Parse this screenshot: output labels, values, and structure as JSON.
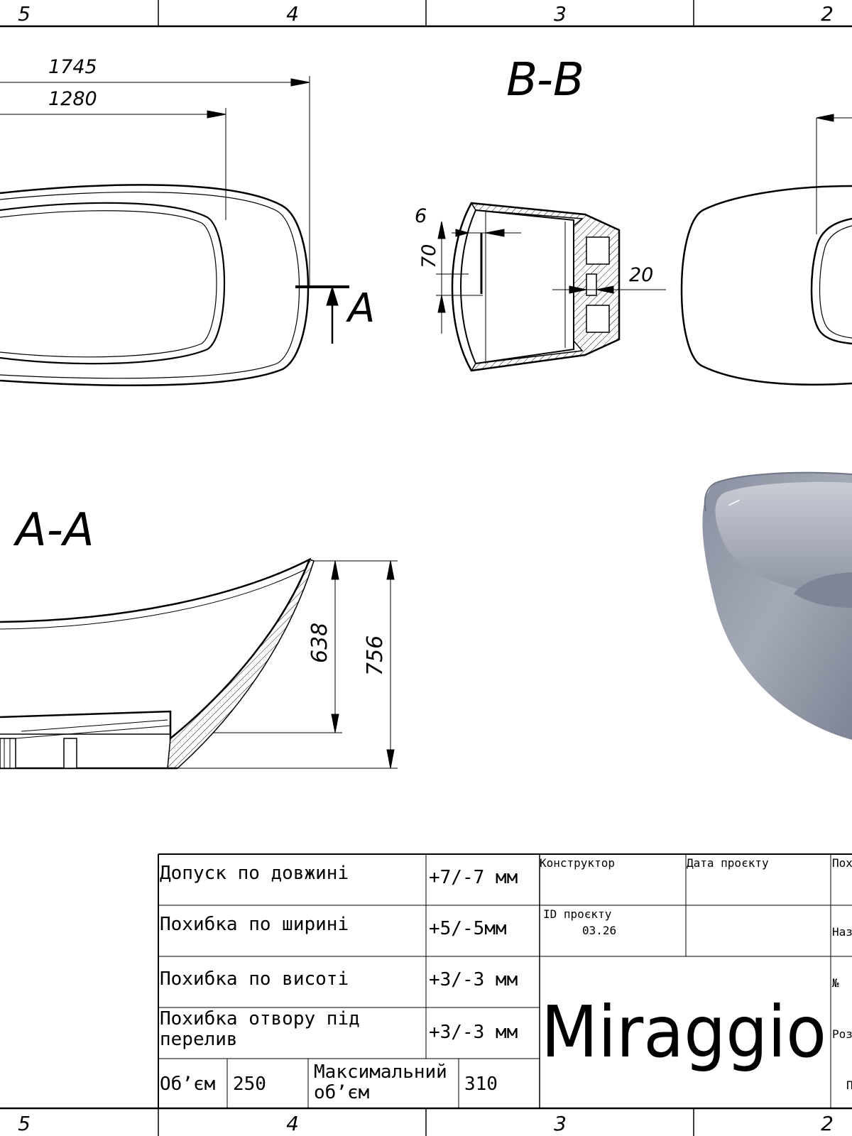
{
  "border": {
    "zones_top": [
      "5",
      "4",
      "3",
      "2"
    ],
    "zones_bottom": [
      "5",
      "4",
      "3",
      "2"
    ]
  },
  "plan_view": {
    "dim_length": "1745",
    "dim_inner_length": "1280",
    "section_mark": "A"
  },
  "section_bb": {
    "title": "B-B",
    "dim_wall": "6",
    "dim_depth": "70",
    "dim_drain": "20"
  },
  "section_aa": {
    "title": "A-A",
    "dim_inner_height": "638",
    "dim_outer_height": "756"
  },
  "render": {
    "tub_color": "#9aa0ad",
    "icon": "bathtub-3d-render"
  },
  "title_block": {
    "rows": [
      {
        "label": "Допуск по довжині",
        "value": "+7/-7 мм"
      },
      {
        "label": "Похибка по ширині",
        "value": "+5/-5мм"
      },
      {
        "label": "Похибка по висоті",
        "value": "+3/-3 мм"
      },
      {
        "label_line1": "Похибка отвору під",
        "label_line2": "перелив",
        "value": "+3/-3 мм"
      }
    ],
    "volume_label": "Об’єм",
    "volume_value": "250",
    "max_volume_label_line1": "Максимальний",
    "max_volume_label_line2": "об’єм",
    "max_volume_value": "310",
    "designer_label": "Конструктор",
    "project_date_label": "Дата проєкту",
    "project_id_label": "ID проєкту",
    "project_id_value": "03.26",
    "brand": "Miraggio",
    "cut_labels": [
      "Пох",
      "Наз",
      "№",
      "Роз",
      "П"
    ]
  }
}
